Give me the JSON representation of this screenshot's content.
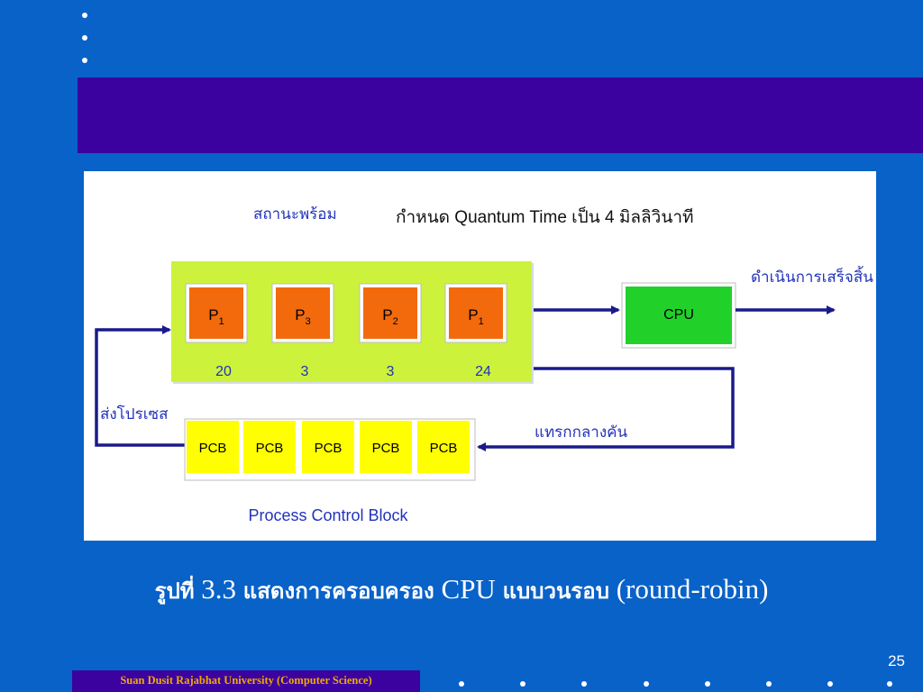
{
  "slide": {
    "page_number": "25",
    "footer_label": "Suan Dusit Rajabhat University (Computer Science)",
    "colors": {
      "background": "#0862c8",
      "title_band": "#3b02a0",
      "footer_text": "#f2a900"
    }
  },
  "figure": {
    "ready_state_label": "สถานะพร้อม",
    "quantum_label": "กำหนด Quantum Time เป็น 4 มิลลิวินาที",
    "queue": [
      {
        "name": "P",
        "sub": "1",
        "value": "20"
      },
      {
        "name": "P",
        "sub": "3",
        "value": "3"
      },
      {
        "name": "P",
        "sub": "2",
        "value": "3"
      },
      {
        "name": "P",
        "sub": "1",
        "value": "24"
      }
    ],
    "cpu_label": "CPU",
    "done_label": "ดำเนินการเสร็จสิ้น",
    "send_label": "ส่งโปรเซส",
    "interrupt_label": "แทรกกลางคัน",
    "pcb_blocks": [
      "PCB",
      "PCB",
      "PCB",
      "PCB",
      "PCB"
    ],
    "pcb_caption": "Process Control Block",
    "colors": {
      "queue_bg": "#ccf23c",
      "process_box": "#f26a0c",
      "cpu_box": "#21d12a",
      "pcb_box": "#ffff00",
      "arrow": "#1a1a8c",
      "label_blue": "#2233bb"
    }
  },
  "caption": {
    "part1": "รูปที่",
    "part2": " 3.3 ",
    "part3": "แสดงการครอบครอง",
    "part4": " CPU ",
    "part5": "แบบวนรอบ",
    "part6": " (round-robin)"
  }
}
